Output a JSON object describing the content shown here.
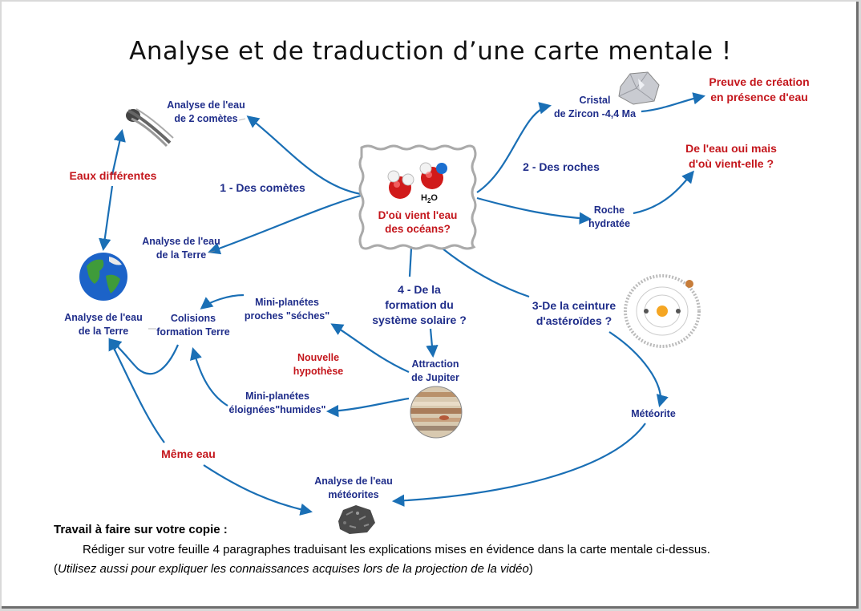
{
  "title": "Analyse et de traduction d’une carte mentale !",
  "central": {
    "question": "D'où vient l'eau\ndes océans?",
    "formula": "H",
    "formula_sub": "2",
    "formula_end": "O"
  },
  "branches": {
    "comets": "1 - Des comètes",
    "rocks": "2 - Des roches",
    "asteroids": "3-De la ceinture\nd'astéroïdes ?",
    "solar_system": "4 - De la\nformation du\nsystème solaire ?"
  },
  "nodes": {
    "comet_water": "Analyse de l'eau\nde 2 comètes",
    "earth_water_top": "Analyse de l'eau\nde la Terre",
    "different_waters": "Eaux différentes",
    "earth_water_left": "Analyse de l'eau\nde la Terre",
    "collisions": "Colisions\nformation Terre",
    "dry_planets": "Mini-planétes\nproches \"séches\"",
    "new_hypothesis": "Nouvelle\nhypothèse",
    "jupiter": "Attraction\nde Jupiter",
    "wet_planets": "Mini-planétes\néloignées\"humides\"",
    "same_water": "Même eau",
    "meteorite_water": "Analyse de l'eau\nmétéorites",
    "meteorite": "Météorite",
    "zircon": "Cristal\nde Zircon -4,4 Ma",
    "proof": "Preuve de création\nen présence d'eau",
    "hydrated_rock": "Roche\nhydratée",
    "water_yes": "De l'eau oui mais\nd'où vient-elle ?"
  },
  "instructions": {
    "heading": "Travail à faire sur votre copie :",
    "body": "Rédiger sur votre feuille 4 paragraphes traduisant les explications mises en évidence dans la carte mentale ci-dessus.",
    "note_open": "(",
    "note": "Utilisez aussi pour expliquer  les connaissances acquises lors de la projection de la vidéo",
    "note_close": ")"
  },
  "colors": {
    "blue_text": "#1f2d8a",
    "red_text": "#c4161c",
    "arrow": "#1a6fb5"
  },
  "icons": [
    "comet-icon",
    "earth-globe-icon",
    "zircon-crystal-icon",
    "water-molecule-icon",
    "solar-system-icon",
    "jupiter-icon",
    "meteorite-rock-icon"
  ]
}
